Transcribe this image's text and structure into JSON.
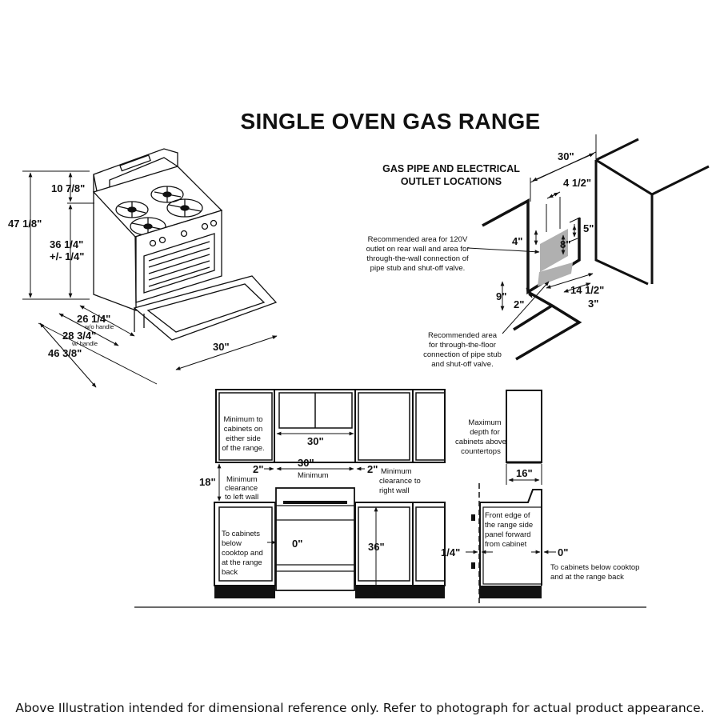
{
  "title": "SINGLE OVEN GAS RANGE",
  "footer": "Above Illustration intended for dimensional reference only. Refer to photograph for actual product appearance.",
  "range_view": {
    "height_total": "47 1/8\"",
    "backguard_height": "10 7/8\"",
    "cooktop_height": "36 1/4\"",
    "cooktop_tolerance": "+/- 1/4\"",
    "depth_no_handle": "26 1/4\"",
    "depth_no_handle_note": "w/o handle",
    "depth_with_handle": "28 3/4\"",
    "depth_with_handle_note": "w/ handle",
    "depth_door_open": "46 3/8\"",
    "width": "30\""
  },
  "gas_pipe": {
    "heading_line1": "GAS PIPE AND ELECTRICAL",
    "heading_line2": "OUTLET LOCATIONS",
    "width": "30\"",
    "offset_4_1_2": "4 1/2\"",
    "dim_5": "5\"",
    "dim_4": "4\"",
    "dim_8": "8\"",
    "dim_9": "9\"",
    "dim_2": "2\"",
    "dim_14_1_2": "14 1/2\"",
    "dim_3": "3\"",
    "rear_wall_note": [
      "Recommended area for 120V",
      "outlet on rear wall and area for",
      "through-the-wall connection of",
      "pipe stub and shut-off valve."
    ],
    "floor_note": [
      "Recommended area",
      "for through-the-floor",
      "connection of pipe stub",
      "and shut-off valve."
    ]
  },
  "front_view": {
    "upper_note": [
      "Minimum to",
      "cabinets on",
      "either side",
      "of the range."
    ],
    "upper_width": "30\"",
    "range_width": "30\"",
    "range_width_note": "Minimum",
    "left_gap": "2\"",
    "left_gap_note": [
      "Minimum",
      "clearance",
      "to left wall"
    ],
    "right_gap": "2\"",
    "right_gap_note": [
      "Minimum",
      "clearance to",
      "right wall"
    ],
    "upper_height": "18\"",
    "lower_note": [
      "To cabinets",
      "below",
      "cooktop and",
      "at the range",
      "back"
    ],
    "lower_gap": "0\"",
    "counter_height": "36\""
  },
  "side_view": {
    "upper_note": [
      "Maximum",
      "depth for",
      "cabinets above",
      "countertops"
    ],
    "upper_depth": "16\"",
    "panel_note": [
      "Front edge of",
      "the range side",
      "panel forward",
      "from cabinet"
    ],
    "panel_offset": "1/4\"",
    "back_gap": "0\"",
    "back_note": [
      "To cabinets below cooktop",
      "and at the range back"
    ]
  }
}
